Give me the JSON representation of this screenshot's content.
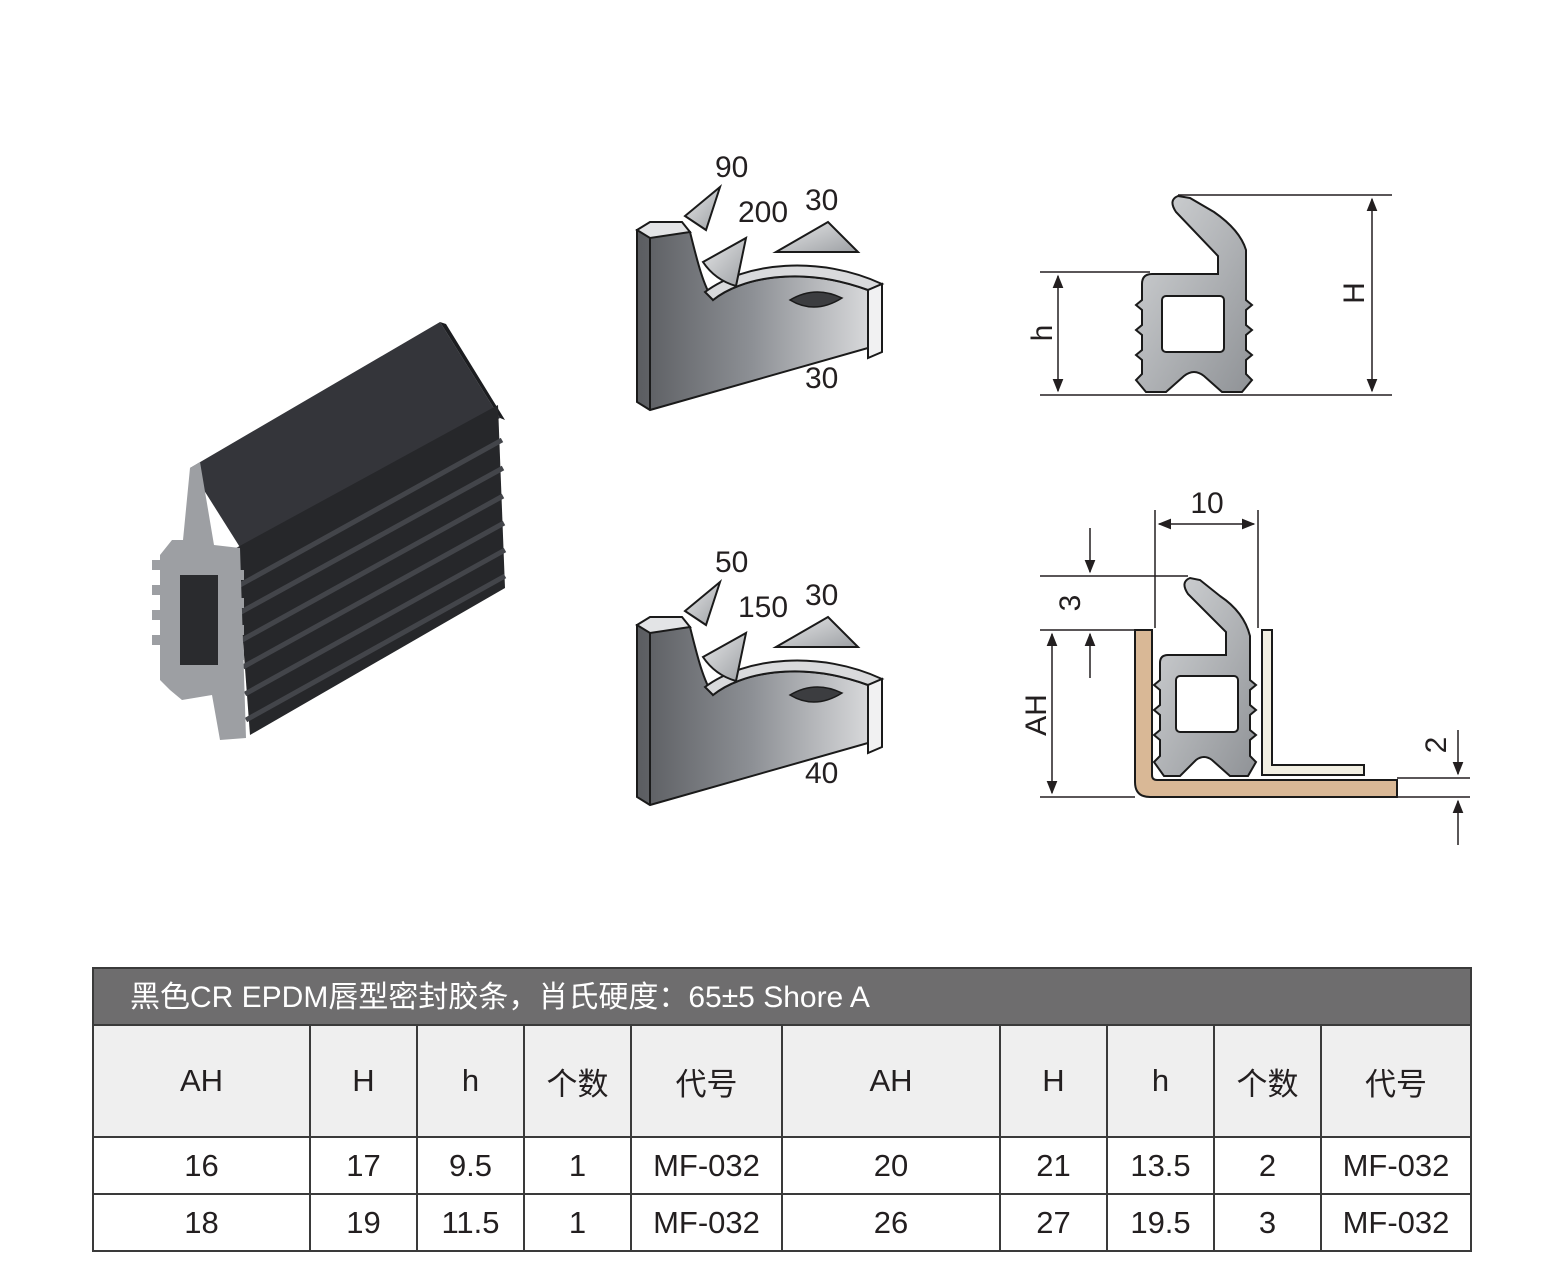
{
  "colors": {
    "profile_dark": "#2f3033",
    "profile_gray": "#9fa2a6",
    "substrate_tan": "#d9b896",
    "header_bar": "#6e6d6e",
    "header_row_bg": "#efefef"
  },
  "upper_diagram_labels": [
    "90",
    "200",
    "30",
    "30"
  ],
  "lower_diagram_labels": [
    "50",
    "150",
    "30",
    "40"
  ],
  "section_labels": {
    "H": "H",
    "h": "h"
  },
  "mount_labels": {
    "ten": "10",
    "three": "3",
    "AH": "AH",
    "two": "2"
  },
  "table": {
    "title": "黑色CR EPDM唇型密封胶条，肖氏硬度：65±5 Shore A",
    "headers": [
      "AH",
      "H",
      "h",
      "个数",
      "代号",
      "AH",
      "H",
      "h",
      "个数",
      "代号"
    ],
    "rows": [
      [
        "16",
        "17",
        "9.5",
        "1",
        "MF-032",
        "20",
        "21",
        "13.5",
        "2",
        "MF-032"
      ],
      [
        "18",
        "19",
        "11.5",
        "1",
        "MF-032",
        "26",
        "27",
        "19.5",
        "3",
        "MF-032"
      ]
    ]
  }
}
